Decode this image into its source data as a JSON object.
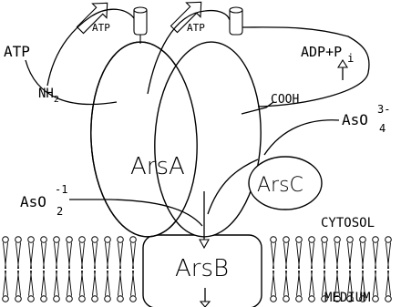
{
  "labels": {
    "atp_left": "ATP",
    "nh2_main": "NH",
    "nh2_sub": "2",
    "atp_site1": "ATP",
    "atp_site2": "ATP",
    "adp_pi_main": "ADP+P",
    "adp_pi_sub": "i",
    "cooh": "COOH",
    "arsa": "ArsA",
    "arsc": "ArsC",
    "arsb": "ArsB",
    "aso4_main": "AsO",
    "aso4_charge": "3-",
    "aso4_sub": "4",
    "aso2_main": "AsO",
    "aso2_charge": "-1",
    "aso2_sub": "2",
    "cytosol": "CYTOSOL",
    "medium": "MEDIUM"
  }
}
